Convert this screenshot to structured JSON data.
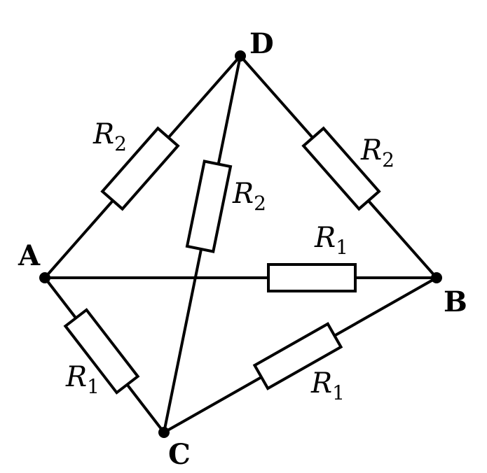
{
  "nodes": {
    "A": "A",
    "B": "B",
    "C": "C",
    "D": "D"
  },
  "resistors": {
    "ad": {
      "symbol": "R",
      "sub": "2"
    },
    "db": {
      "symbol": "R",
      "sub": "2"
    },
    "cd": {
      "symbol": "R",
      "sub": "2"
    },
    "ab": {
      "symbol": "R",
      "sub": "1"
    },
    "ac": {
      "symbol": "R",
      "sub": "1"
    },
    "cb": {
      "symbol": "R",
      "sub": "1"
    }
  }
}
